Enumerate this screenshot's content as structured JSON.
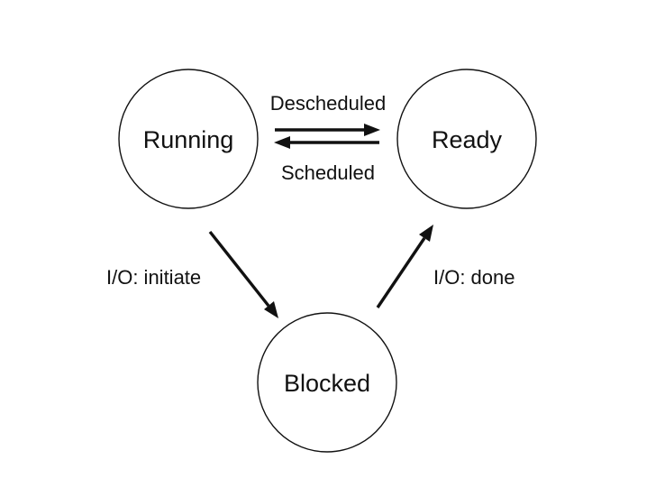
{
  "states": {
    "running": "Running",
    "ready": "Ready",
    "blocked": "Blocked"
  },
  "transitions": {
    "descheduled": "Descheduled",
    "scheduled": "Scheduled",
    "io_initiate": "I/O: initiate",
    "io_done": "I/O: done"
  },
  "colors": {
    "stroke": "#111111",
    "background": "#ffffff"
  }
}
